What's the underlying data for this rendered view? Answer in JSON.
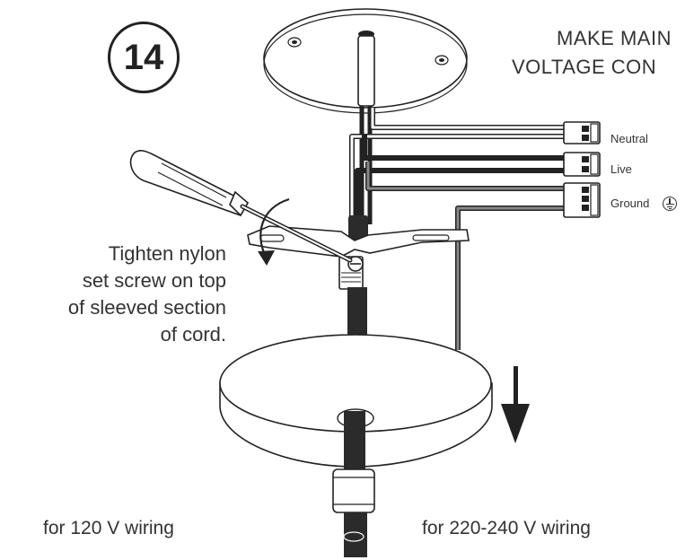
{
  "step": {
    "number": "14"
  },
  "header": {
    "line1": "MAKE MAIN",
    "line2": "VOLTAGE CON"
  },
  "wires": {
    "neutral": "Neutral",
    "live": "Live",
    "ground": "Ground"
  },
  "icons": {
    "ground_symbol": "earth-ground-icon",
    "direction": "arrow-down-icon",
    "rotation": "rotate-arrow-icon",
    "tool": "screwdriver-icon"
  },
  "instruction": "Tighten nylon\nset screw on top\nof sleeved section\nof cord.",
  "captions": {
    "left": "for 120 V wiring",
    "right": "for 220-240 V wiring"
  },
  "colors": {
    "line": "#222222",
    "fill": "#ffffff",
    "cord": "#2b2b2b",
    "text": "#333333"
  }
}
